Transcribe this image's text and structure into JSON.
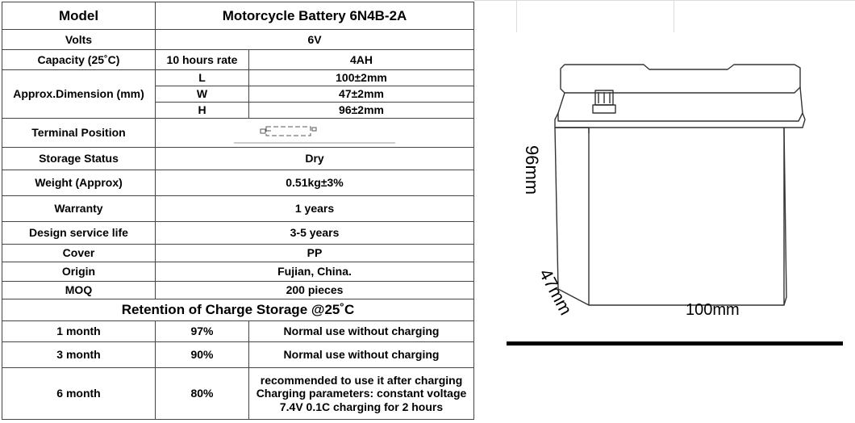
{
  "header": {
    "model_label": "Model",
    "model_value": "Motorcycle Battery 6N4B-2A"
  },
  "specs": {
    "volts_label": "Volts",
    "volts_value": "6V",
    "capacity_label": "Capacity (25˚C)",
    "capacity_rate": "10 hours rate",
    "capacity_value": "4AH",
    "dimension_label": "Approx.Dimension (mm)",
    "dim_L_key": "L",
    "dim_L_value": "100±2mm",
    "dim_W_key": "W",
    "dim_W_value": "47±2mm",
    "dim_H_key": "H",
    "dim_H_value": "96±2mm",
    "terminal_label": "Terminal Position",
    "storage_label": "Storage Status",
    "storage_value": "Dry",
    "weight_label": "Weight (Approx)",
    "weight_value": "0.51kg±3%",
    "warranty_label": "Warranty",
    "warranty_value": "1 years",
    "life_label": "Design service life",
    "life_value": "3-5 years",
    "cover_label": "Cover",
    "cover_value": "PP",
    "origin_label": "Origin",
    "origin_value": "Fujian, China.",
    "moq_label": "MOQ",
    "moq_value": "200 pieces"
  },
  "retention": {
    "title": "Retention of Charge Storage @25˚C",
    "rows": [
      {
        "period": "1 month",
        "percent": "97%",
        "note_lines": [
          "Normal use without charging"
        ]
      },
      {
        "period": "3 month",
        "percent": "90%",
        "note_lines": [
          "Normal use without charging"
        ]
      },
      {
        "period": "6 month",
        "percent": "80%",
        "note_lines": [
          "recommended to use it after charging",
          "Charging parameters: constant voltage",
          "7.4V 0.1C  charging for 2 hours"
        ]
      }
    ]
  },
  "drawing": {
    "height_label": "96mm",
    "width_label": "47mm",
    "length_label": "100mm",
    "line_color": "#000000",
    "icon": "battery-outline-drawing"
  }
}
